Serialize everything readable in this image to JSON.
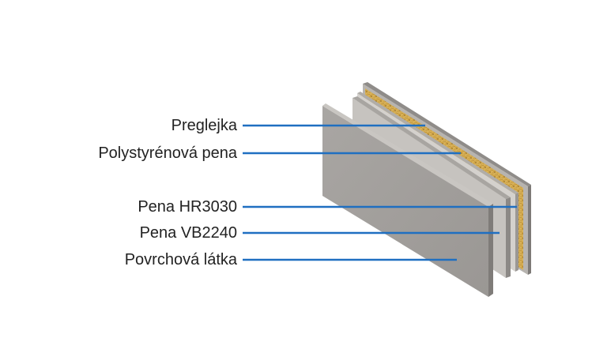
{
  "layers": [
    {
      "label": "Preglejka",
      "line_color": "#1f6fc1"
    },
    {
      "label": "Polystyrénová pena",
      "line_color": "#1f6fc1"
    },
    {
      "label": "Pena HR3030",
      "line_color": "#1f6fc1"
    },
    {
      "label": "Pena VB2240",
      "line_color": "#1f6fc1"
    },
    {
      "label": "Povrchová látka",
      "line_color": "#1f6fc1"
    }
  ]
}
